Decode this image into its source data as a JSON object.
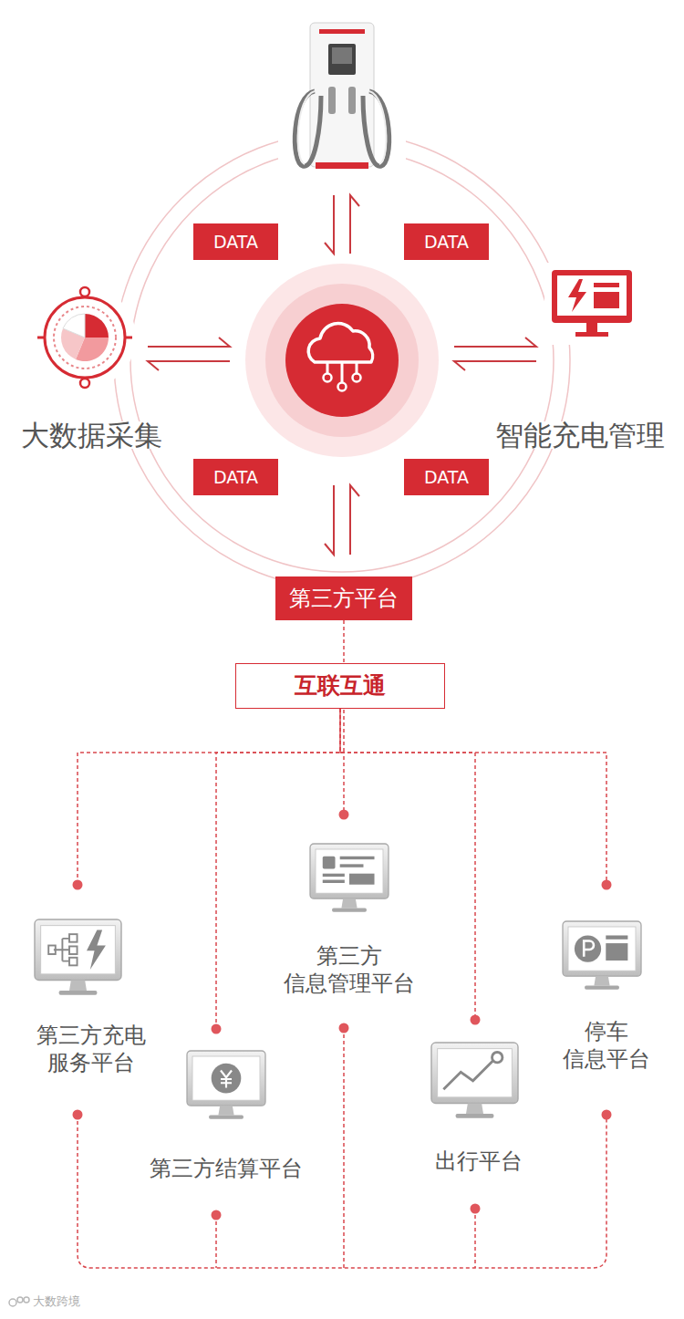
{
  "diagram": {
    "nodes": [
      {
        "text": [
          "DATA"
        ]
      },
      {
        "text": [
          "DATA"
        ]
      },
      {
        "text": [
          "大数据采集"
        ]
      },
      {
        "text": [
          "智能充电管理"
        ]
      },
      {
        "text": [
          "DATA"
        ]
      },
      {
        "text": [
          "DATA"
        ]
      },
      {
        "text": [
          "第三方平台"
        ]
      },
      {
        "text": [
          "互联互通"
        ]
      },
      {
        "text": [
          "第三方 信息管理平台"
        ]
      },
      {
        "text": [
          "第三方充电 服务平台"
        ]
      },
      {
        "text": [
          "停车 信息平台"
        ]
      },
      {
        "text": [
          "第三方结算平台"
        ]
      },
      {
        "text": [
          "出行平台"
        ]
      }
    ],
    "edges": [
      {
        "from": 6,
        "to": 7,
        "arrow": "none"
      },
      {
        "from": 7,
        "to": 8,
        "arrow": "none"
      },
      {
        "from": 7,
        "to": 9,
        "arrow": "none"
      },
      {
        "from": 7,
        "to": 10,
        "arrow": "none"
      },
      {
        "from": 7,
        "to": 11,
        "arrow": "none"
      },
      {
        "from": 7,
        "to": 12,
        "arrow": "none"
      }
    ],
    "labels": [
      "大数跨境"
    ]
  }
}
